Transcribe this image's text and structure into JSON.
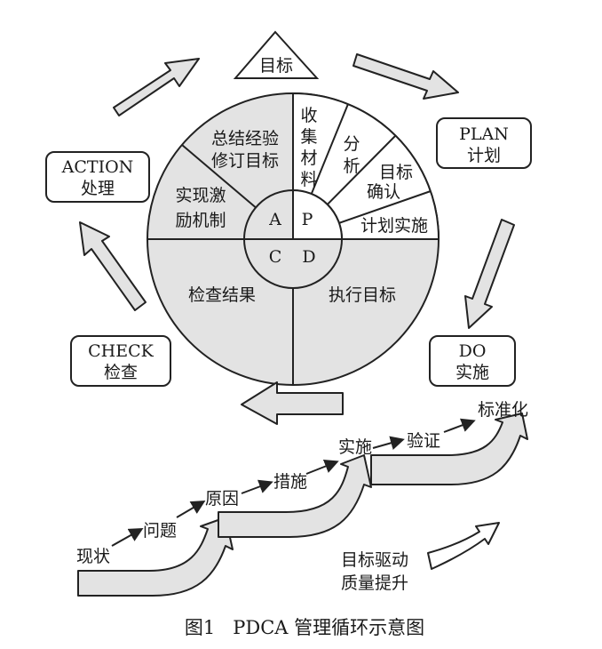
{
  "cycle": {
    "goal": "目标",
    "plan": {
      "en": "PLAN",
      "zh": "计划"
    },
    "do": {
      "en": "DO",
      "zh": "实施"
    },
    "check": {
      "en": "CHECK",
      "zh": "检查"
    },
    "action": {
      "en": "ACTION",
      "zh": "处理"
    }
  },
  "wheel": {
    "center": {
      "p": "P",
      "a": "A",
      "c": "C",
      "d": "D"
    },
    "segments": {
      "collect": [
        "收",
        "集",
        "材",
        "料"
      ],
      "analyze": [
        "分",
        "析"
      ],
      "confirm": [
        "目标",
        "确认"
      ],
      "plan_impl": "计划实施",
      "summary": [
        "总结经验",
        "修订目标"
      ],
      "reward": [
        "实现激",
        "励机制"
      ],
      "check": "检查结果",
      "execute": "执行目标"
    }
  },
  "staircase": {
    "steps": [
      "现状",
      "问题",
      "原因",
      "措施",
      "实施",
      "验证",
      "标准化"
    ],
    "drive": [
      "目标驱动",
      "质量提升"
    ]
  },
  "caption": "图1   PDCA 管理循环示意图",
  "colors": {
    "fill": "#e3e3e3",
    "stroke": "#222222",
    "white": "#ffffff"
  }
}
